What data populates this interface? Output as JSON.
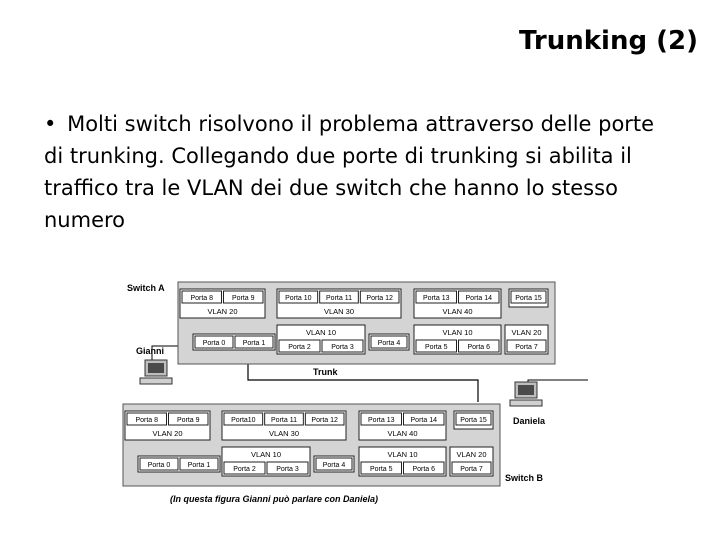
{
  "slide": {
    "title": "Trunking (2)",
    "bullet_symbol": "•",
    "body": "Molti switch risolvono il problema attraverso delle porte di trunking. Collegando due porte di trunking  si abilita il traffico tra le VLAN dei due switch che hanno lo stesso numero"
  },
  "diagram": {
    "switch_a_label": "Switch A",
    "switch_b_label": "Switch B",
    "trunk_label": "Trunk",
    "computers": [
      {
        "name": "Gianni"
      },
      {
        "name": "Daniela"
      }
    ],
    "caption": "(In questa figura Gianni può parlare con Daniela)",
    "switch_a": {
      "groups": [
        {
          "ports": [
            "Porta 8",
            "Porta 9"
          ],
          "vlan": "VLAN 20"
        },
        {
          "ports": [
            "Porta 10",
            "Porta 11",
            "Porta 12"
          ],
          "vlan": "VLAN 30"
        },
        {
          "ports": [
            "Porta 13",
            "Porta 14"
          ],
          "vlan": "VLAN 40"
        },
        {
          "ports": [
            "Porta 15"
          ],
          "vlan": ""
        },
        {
          "ports": [
            "Porta 0",
            "Porta 1"
          ],
          "vlan": ""
        },
        {
          "ports": [
            "Porta 2",
            "Porta 3"
          ],
          "vlan": "VLAN 10"
        },
        {
          "ports": [
            "Porta 4"
          ],
          "vlan": ""
        },
        {
          "ports": [
            "Porta 5",
            "Porta 6"
          ],
          "vlan": "VLAN 10"
        },
        {
          "ports": [
            "Porta 7"
          ],
          "vlan": "VLAN 20"
        }
      ]
    },
    "switch_b": {
      "groups": [
        {
          "ports": [
            "Porta 8",
            "Porta 9"
          ],
          "vlan": "VLAN 20"
        },
        {
          "ports": [
            "Porta10",
            "Porta 11",
            "Porta 12"
          ],
          "vlan": "VLAN 30"
        },
        {
          "ports": [
            "Porta 13",
            "Porta 14"
          ],
          "vlan": "VLAN 40"
        },
        {
          "ports": [
            "Porta 15"
          ],
          "vlan": ""
        },
        {
          "ports": [
            "Porta 0",
            "Porta 1"
          ],
          "vlan": ""
        },
        {
          "ports": [
            "Porta 2",
            "Porta 3"
          ],
          "vlan": "VLAN 10"
        },
        {
          "ports": [
            "Porta 4"
          ],
          "vlan": ""
        },
        {
          "ports": [
            "Porta 5",
            "Porta 6"
          ],
          "vlan": "VLAN 10"
        },
        {
          "ports": [
            "Porta 7"
          ],
          "vlan": "VLAN 20"
        }
      ]
    }
  }
}
